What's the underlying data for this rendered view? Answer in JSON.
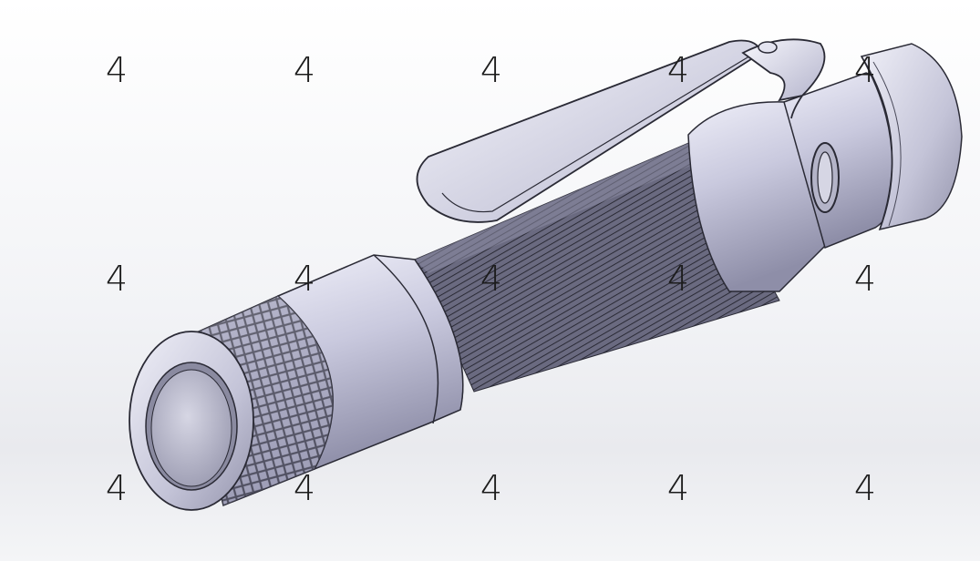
{
  "viewport": {
    "background_top": "#ffffff",
    "background_bottom": "#e9eaee"
  },
  "model": {
    "subject": "flashlight-cad-render",
    "body_color": "#c9c9de",
    "shadow_color": "#8a8aa3",
    "edge_color": "#2a2a35",
    "highlight_color": "#f4f4fb",
    "lens_color": "#b4b4c6"
  },
  "watermarks": {
    "glyph": "4",
    "color": "#1c1c1c",
    "rows": 3,
    "columns": 5
  }
}
